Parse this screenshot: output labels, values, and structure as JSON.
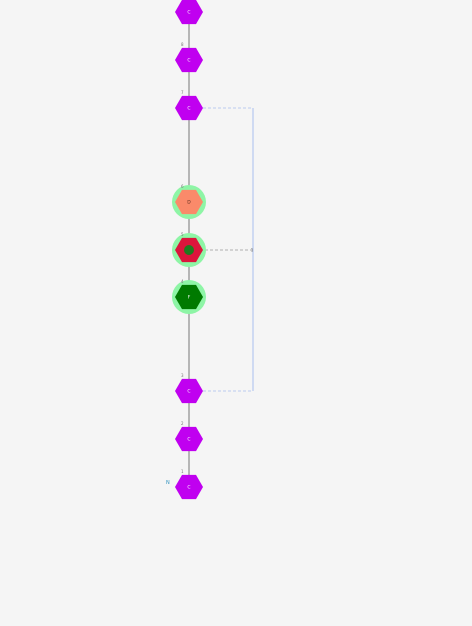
{
  "colors": {
    "background": "#f5f5f5",
    "backbone": "#777777",
    "bracket": "#a9bfee",
    "side_link": "#999999",
    "default_node": "#c000f0",
    "halo": "#8ef5a6",
    "label_light": "#ffffff",
    "terminal": "#2a8fbd"
  },
  "terminal_label": "N",
  "mid_link_mark": "1",
  "nodes": [
    {
      "label": "C",
      "index": "",
      "fill": "#c000f0",
      "halo": false
    },
    {
      "label": "C",
      "index": "8",
      "fill": "#c000f0",
      "halo": false
    },
    {
      "label": "C",
      "index": "7",
      "fill": "#c000f0",
      "halo": false
    },
    {
      "label": "D",
      "index": "6",
      "fill": "#fa8a6a",
      "halo": true,
      "label_color": "#5a2a1a"
    },
    {
      "label": "",
      "index": "5",
      "fill": "#dc143c",
      "halo": true,
      "inner_dot": "#1f7a1f"
    },
    {
      "label": "F",
      "index": "4",
      "fill": "#007a00",
      "halo": true
    },
    {
      "label": "C",
      "index": "3",
      "fill": "#c000f0",
      "halo": false
    },
    {
      "label": "C",
      "index": "2",
      "fill": "#c000f0",
      "halo": false
    },
    {
      "label": "C",
      "index": "1",
      "fill": "#c000f0",
      "halo": false
    }
  ]
}
